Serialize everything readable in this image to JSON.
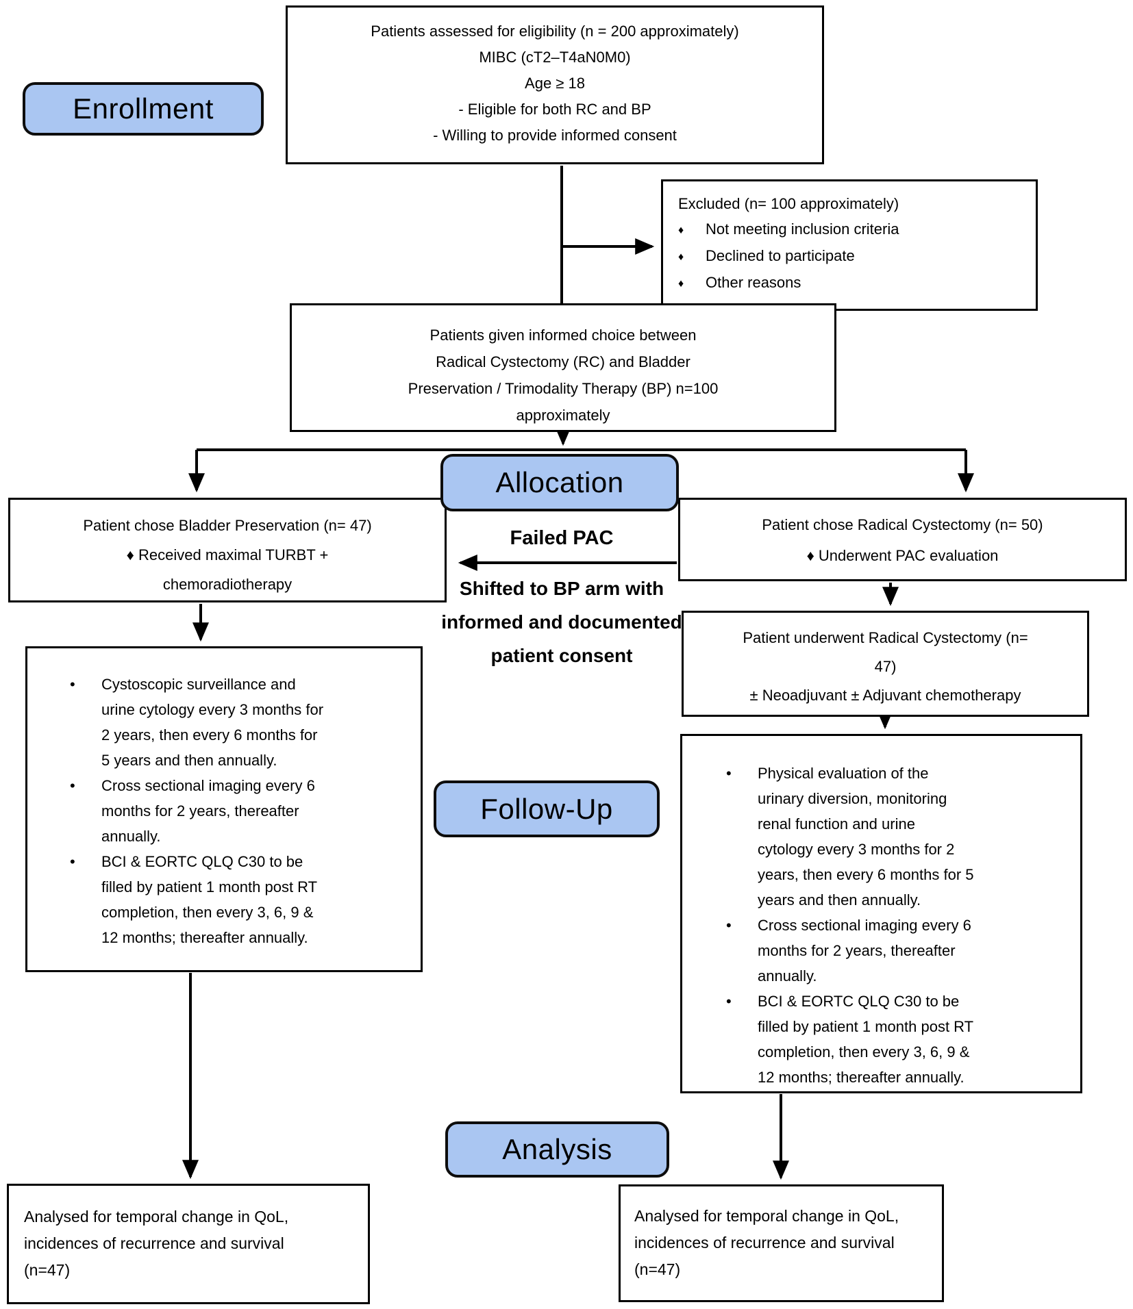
{
  "colors": {
    "stage_fill": "#aac6f2",
    "box_border": "#000000",
    "connector": "#000000",
    "background": "#ffffff"
  },
  "stages": {
    "enrollment": "Enrollment",
    "allocation": "Allocation",
    "followup": "Follow-Up",
    "analysis": "Analysis"
  },
  "boxes": {
    "eligibility": {
      "text": "Patients assessed for eligibility (n = 200 approximately)\nMIBC (cT2–T4aN0M0)\nAge ≥ 18\n- Eligible for both RC and BP\n- Willing to provide informed consent"
    },
    "excluded": {
      "title": "Excluded (n= 100 approximately)",
      "bullet_glyph": "♦",
      "bullets": [
        "Not meeting inclusion criteria",
        "Declined to participate",
        "Other reasons"
      ]
    },
    "choice": {
      "text": "Patients given informed choice between\nRadical Cystectomy (RC) and Bladder\nPreservation / Trimodality Therapy (BP) n=100\napproximately"
    },
    "bp_arm": {
      "text": "Patient chose Bladder Preservation (n= 47)\n♦ Received maximal TURBT +\nchemoradiotherapy"
    },
    "rc_arm": {
      "text": "Patient chose Radical Cystectomy (n= 50)\n♦ Underwent PAC evaluation"
    },
    "failed_pac": {
      "label": "Failed PAC",
      "note": "Shifted to BP arm with\ninformed and documented\npatient consent"
    },
    "rc_surgery": {
      "text": "Patient underwent Radical Cystectomy (n=\n47)\n± Neoadjuvant ± Adjuvant chemotherapy"
    },
    "bp_followup": {
      "bullet_glyph": "•",
      "bullets": [
        "Cystoscopic surveillance and\nurine cytology every 3 months for\n2 years, then every 6 months for\n5 years and then annually.",
        "Cross sectional imaging every 6\nmonths for 2 years, thereafter\nannually.",
        "BCI & EORTC QLQ C30 to be\nfilled by patient 1 month post RT\ncompletion, then every 3, 6, 9 &\n12 months; thereafter annually."
      ]
    },
    "rc_followup": {
      "bullet_glyph": "•",
      "bullets": [
        "Physical evaluation of the\nurinary diversion, monitoring\nrenal function  and urine\ncytology every 3 months for 2\nyears, then every 6 months for 5\nyears and then annually.",
        "Cross sectional imaging every 6\nmonths for 2 years, thereafter\nannually.",
        "BCI & EORTC QLQ C30 to be\nfilled by patient 1 month post RT\ncompletion, then every 3, 6, 9 &\n12 months; thereafter annually."
      ]
    },
    "bp_analysis": {
      "text": "Analysed for temporal change in QoL,\nincidences of recurrence and survival\n(n=47)"
    },
    "rc_analysis": {
      "text": "Analysed for temporal change in QoL,\nincidences of recurrence and survival\n(n=47)"
    }
  }
}
